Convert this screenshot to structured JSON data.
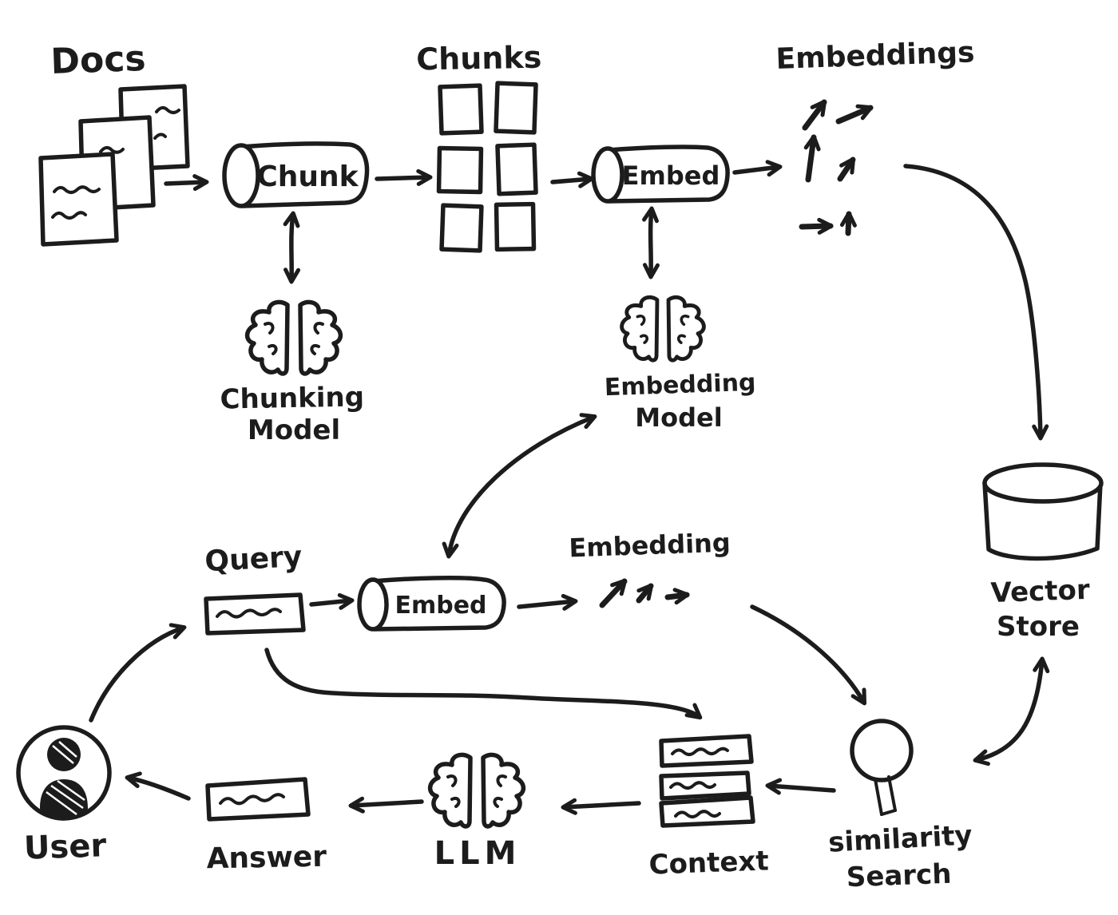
{
  "diagram": {
    "ink_color": "#1c1c1c",
    "paper_color": "#ffffff",
    "nodes": {
      "docs": {
        "label": "Docs",
        "icon": "documents-icon"
      },
      "chunk": {
        "label": "Chunk",
        "icon": "pipeline-cylinder-icon"
      },
      "chunks": {
        "label": "Chunks",
        "icon": "chunk-squares-icon"
      },
      "chunking_model": {
        "line1": "Chunking",
        "line2": "Model",
        "icon": "brain-icon"
      },
      "embed_top": {
        "label": "Embed",
        "icon": "pipeline-cylinder-icon"
      },
      "embedding_model": {
        "line1": "Embedding",
        "line2": "Model",
        "icon": "brain-icon"
      },
      "embeddings_top": {
        "label": "Embeddings",
        "icon": "vector-arrows-icon"
      },
      "vector_store": {
        "line1": "Vector",
        "line2": "Store",
        "icon": "database-icon"
      },
      "query": {
        "label": "Query",
        "icon": "text-line-box-icon"
      },
      "embed_bottom": {
        "label": "Embed",
        "icon": "pipeline-cylinder-icon"
      },
      "embedding_bottom": {
        "label": "Embedding",
        "icon": "vector-arrows-icon"
      },
      "similarity_search": {
        "line1": "similarity",
        "line2": "Search",
        "icon": "magnifier-icon"
      },
      "context": {
        "label": "Context",
        "icon": "stacked-snippets-icon"
      },
      "llm": {
        "label": "LLM",
        "icon": "brain-icon"
      },
      "answer": {
        "label": "Answer",
        "icon": "text-line-box-icon"
      },
      "user": {
        "label": "User",
        "icon": "person-icon"
      }
    }
  }
}
